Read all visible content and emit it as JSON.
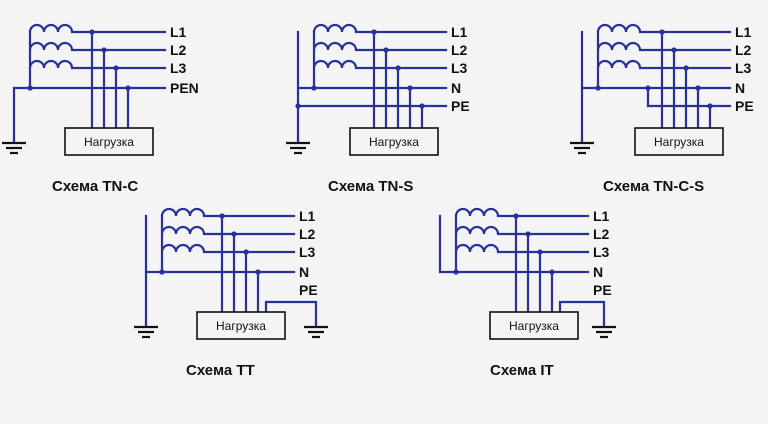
{
  "colors": {
    "wire": "#28309a",
    "ink": "#111111",
    "background": "#f4f4f4"
  },
  "load_label": "Нагрузка",
  "diagrams": [
    {
      "id": "tn-c",
      "caption": "Схема TN-C",
      "lines": [
        "L1",
        "L2",
        "L3",
        "PEN"
      ]
    },
    {
      "id": "tn-s",
      "caption": "Схема TN-S",
      "lines": [
        "L1",
        "L2",
        "L3",
        "N",
        "PE"
      ]
    },
    {
      "id": "tn-c-s",
      "caption": "Схема TN-C-S",
      "lines": [
        "L1",
        "L2",
        "L3",
        "N",
        "PE"
      ]
    },
    {
      "id": "tt",
      "caption": "Схема TT",
      "lines": [
        "L1",
        "L2",
        "L3",
        "N",
        "PE"
      ]
    },
    {
      "id": "it",
      "caption": "Схема IT",
      "lines": [
        "L1",
        "L2",
        "L3",
        "N",
        "PE"
      ]
    }
  ]
}
